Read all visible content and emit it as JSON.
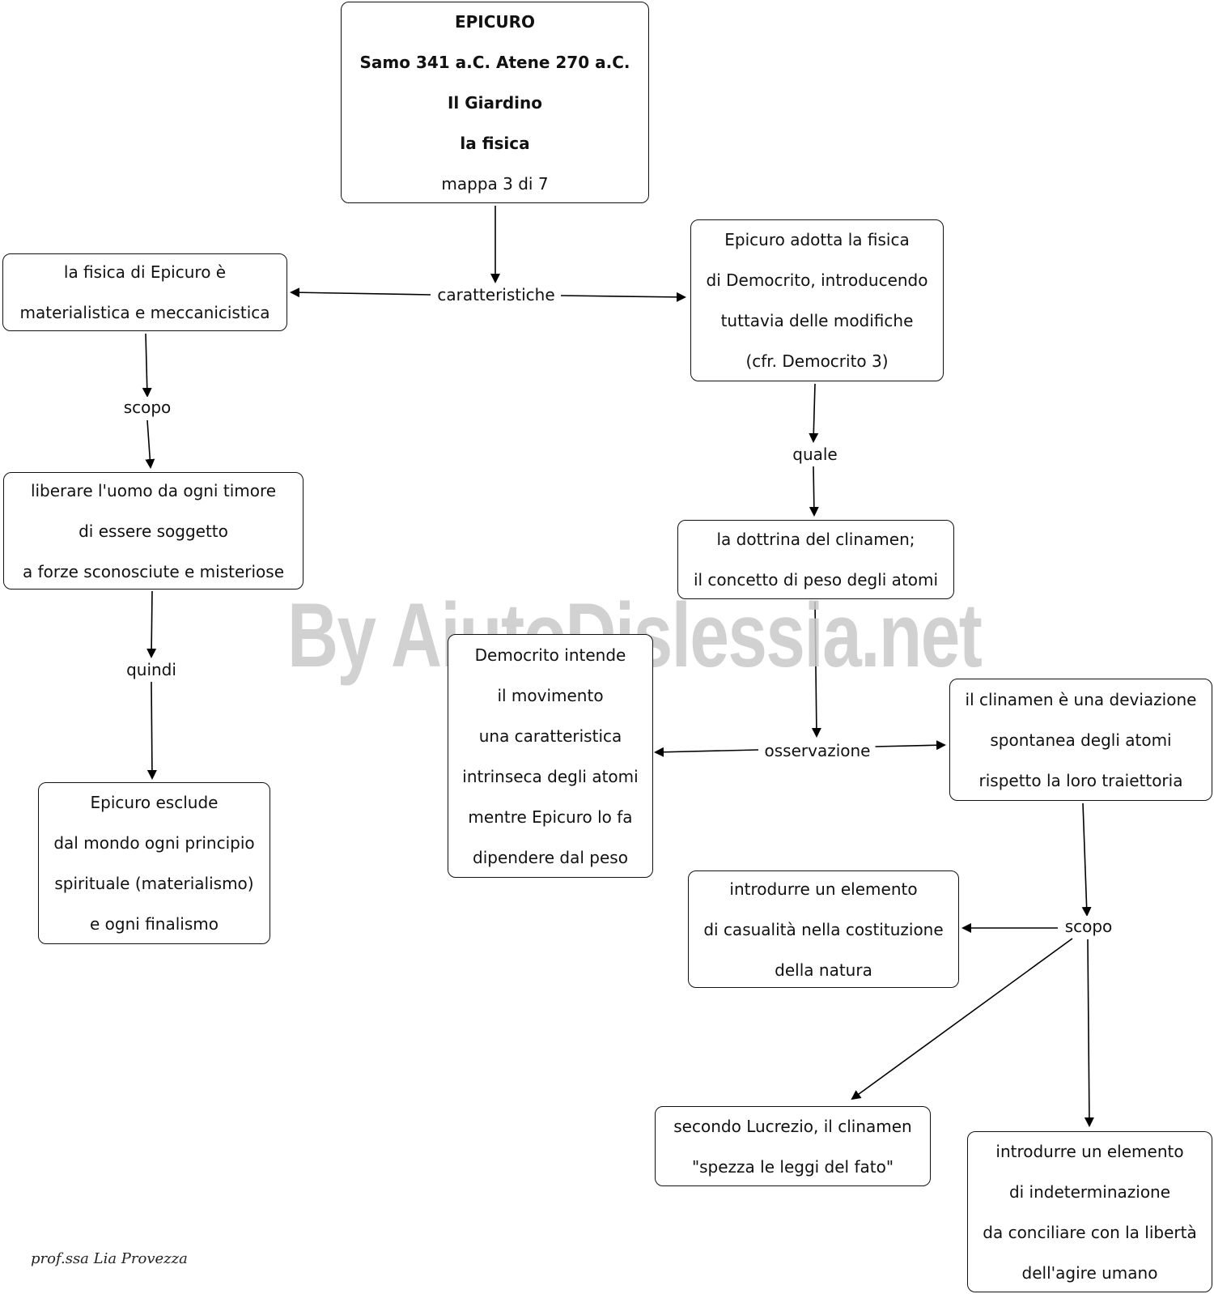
{
  "title_node": {
    "lines": [
      "EPICURO",
      "Samo 341 a.C.  Atene 270 a.C.",
      "Il Giardino",
      "la fisica"
    ],
    "map_counter": "mappa 3 di 7"
  },
  "nodes": {
    "fisica_materialistica": [
      "la fisica di Epicuro è",
      "materialistica e meccanicistica"
    ],
    "adotta_democrito": [
      "Epicuro adotta la fisica",
      "di Democrito, introducendo",
      "tuttavia delle modifiche",
      "(cfr. Democrito 3)"
    ],
    "liberare_uomo": [
      "liberare l'uomo da ogni timore",
      "di essere soggetto",
      "a forze sconosciute e misteriose"
    ],
    "clinamen_peso": [
      "la dottrina del clinamen;",
      "il concetto di peso degli atomi"
    ],
    "democrito_intende": [
      "Democrito intende",
      "il movimento",
      "una caratteristica",
      "intrinseca degli atomi",
      "mentre Epicuro lo fa",
      "dipendere dal peso"
    ],
    "clinamen_deviazione": [
      "il clinamen è una deviazione",
      "spontanea degli atomi",
      "rispetto la loro traiettoria"
    ],
    "esclude": [
      "Epicuro esclude",
      "dal mondo ogni principio",
      "spirituale (materialismo)",
      "e ogni finalismo"
    ],
    "casualita": [
      "introdurre un elemento",
      "di casualità nella costituzione",
      "della natura"
    ],
    "lucrezio": [
      "secondo Lucrezio, il clinamen",
      "\"spezza le leggi del fato\""
    ],
    "indeterminazione": [
      "introdurre un elemento",
      "di indeterminazione",
      "da conciliare con la libertà",
      "dell'agire umano"
    ]
  },
  "link_labels": {
    "caratteristiche": "caratteristiche",
    "scopo_left": "scopo",
    "quale": "quale",
    "quindi": "quindi",
    "osservazione": "osservazione",
    "scopo_right": "scopo"
  },
  "watermark": "By AiutoDislessia.net",
  "signature": "prof.ssa Lia Provezza"
}
